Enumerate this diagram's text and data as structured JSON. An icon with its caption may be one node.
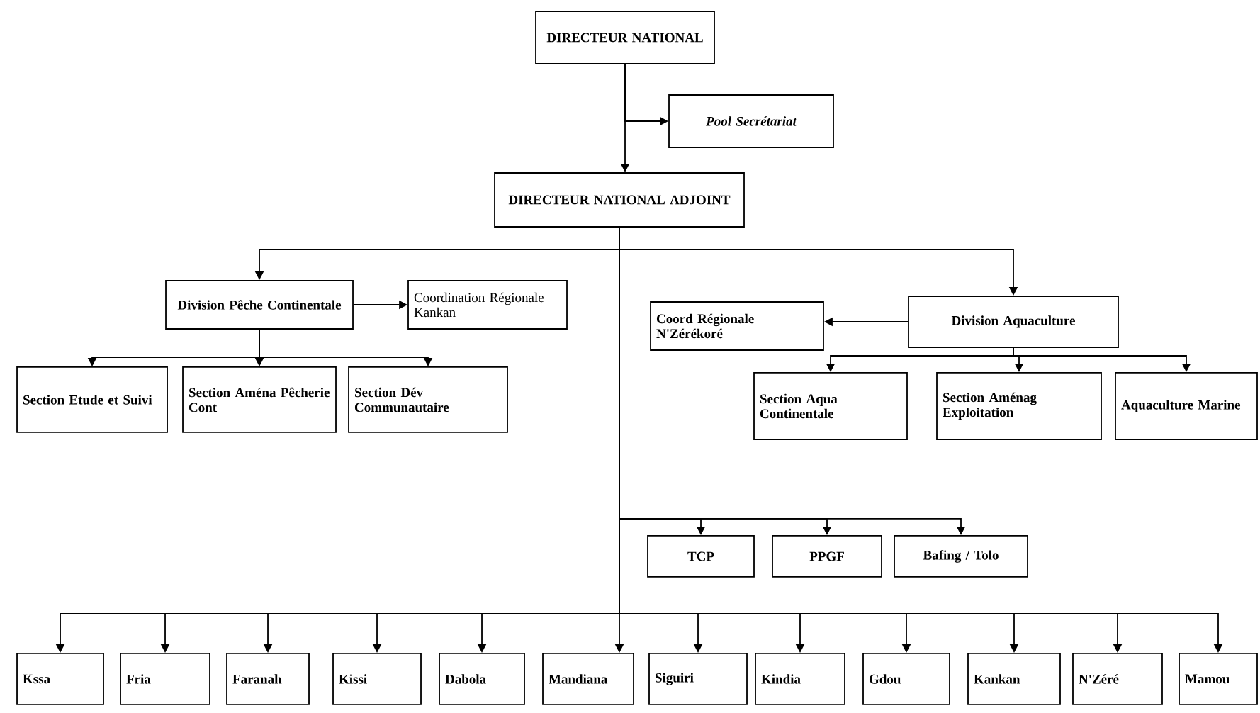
{
  "diagram": {
    "nodes": [
      {
        "text": [
          "DIRECTEUR NATIONAL"
        ]
      },
      {
        "text": [
          "Pool Secrétariat"
        ]
      },
      {
        "text": [
          "DIRECTEUR NATIONAL ADJOINT"
        ]
      },
      {
        "text": [
          "Division Pêche Continentale"
        ]
      },
      {
        "text": [
          "Coordination Régionale Kankan"
        ]
      },
      {
        "text": [
          "Coord Régionale N'Zérékoré"
        ]
      },
      {
        "text": [
          "Division Aquaculture"
        ]
      },
      {
        "text": [
          "Section Etude et Suivi"
        ]
      },
      {
        "text": [
          "Section Aména Pêcherie Cont"
        ]
      },
      {
        "text": [
          "Section Dév Communautaire"
        ]
      },
      {
        "text": [
          "Section Aqua Continentale"
        ]
      },
      {
        "text": [
          "Section Aménag Exploitation"
        ]
      },
      {
        "text": [
          "Aquaculture Marine"
        ]
      },
      {
        "text": [
          "TCP"
        ]
      },
      {
        "text": [
          "PPGF"
        ]
      },
      {
        "text": [
          "Bafing / Tolo"
        ]
      },
      {
        "text": [
          "Kssa"
        ]
      },
      {
        "text": [
          "Fria"
        ]
      },
      {
        "text": [
          "Faranah"
        ]
      },
      {
        "text": [
          "Kissi"
        ]
      },
      {
        "text": [
          "Dabola"
        ]
      },
      {
        "text": [
          "Mandiana"
        ]
      },
      {
        "text": [
          "Siguiri"
        ]
      },
      {
        "text": [
          "Kindia"
        ]
      },
      {
        "text": [
          "Gdou"
        ]
      },
      {
        "text": [
          "Kankan"
        ]
      },
      {
        "text": [
          "N'Zéré"
        ]
      },
      {
        "text": [
          "Mamou"
        ]
      }
    ],
    "edges": [
      {
        "from": 0,
        "to": 1,
        "arrow": "to"
      },
      {
        "from": 0,
        "to": 2,
        "arrow": "to"
      },
      {
        "from": 2,
        "to": 3,
        "arrow": "to"
      },
      {
        "from": 2,
        "to": 6,
        "arrow": "to"
      },
      {
        "from": 3,
        "to": 4,
        "arrow": "to"
      },
      {
        "from": 6,
        "to": 5,
        "arrow": "to"
      },
      {
        "from": 3,
        "to": 7,
        "arrow": "to"
      },
      {
        "from": 3,
        "to": 8,
        "arrow": "to"
      },
      {
        "from": 3,
        "to": 9,
        "arrow": "to"
      },
      {
        "from": 6,
        "to": 10,
        "arrow": "to"
      },
      {
        "from": 6,
        "to": 11,
        "arrow": "to"
      },
      {
        "from": 6,
        "to": 12,
        "arrow": "to"
      },
      {
        "from": 2,
        "to": 13,
        "arrow": "to"
      },
      {
        "from": 2,
        "to": 14,
        "arrow": "to"
      },
      {
        "from": 2,
        "to": 15,
        "arrow": "to"
      },
      {
        "from": 2,
        "to": 16,
        "arrow": "to"
      },
      {
        "from": 2,
        "to": 17,
        "arrow": "to"
      },
      {
        "from": 2,
        "to": 18,
        "arrow": "to"
      },
      {
        "from": 2,
        "to": 19,
        "arrow": "to"
      },
      {
        "from": 2,
        "to": 20,
        "arrow": "to"
      },
      {
        "from": 2,
        "to": 21,
        "arrow": "to"
      },
      {
        "from": 2,
        "to": 22,
        "arrow": "to"
      },
      {
        "from": 2,
        "to": 23,
        "arrow": "to"
      },
      {
        "from": 2,
        "to": 24,
        "arrow": "to"
      },
      {
        "from": 2,
        "to": 25,
        "arrow": "to"
      },
      {
        "from": 2,
        "to": 26,
        "arrow": "to"
      },
      {
        "from": 2,
        "to": 27,
        "arrow": "to"
      }
    ]
  }
}
